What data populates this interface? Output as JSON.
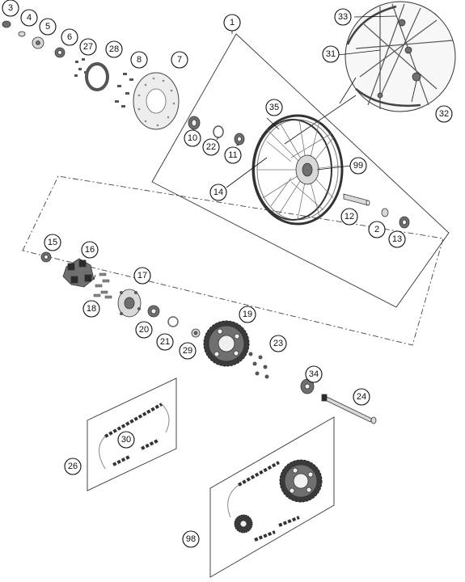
{
  "callouts": [
    "1",
    "2",
    "3",
    "4",
    "5",
    "6",
    "7",
    "8",
    "10",
    "11",
    "12",
    "13",
    "14",
    "15",
    "16",
    "17",
    "18",
    "19",
    "20",
    "21",
    "22",
    "23",
    "24",
    "26",
    "27",
    "28",
    "29",
    "30",
    "31",
    "32",
    "33",
    "34",
    "35",
    "98",
    "99"
  ]
}
